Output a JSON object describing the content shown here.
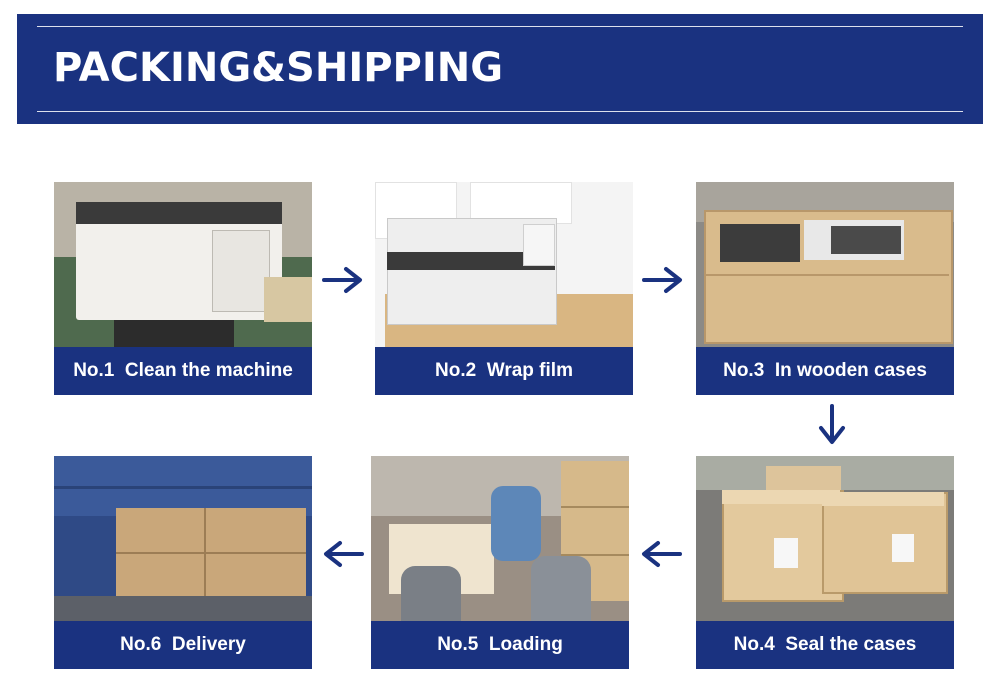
{
  "banner": {
    "title": "PACKING&SHIPPING"
  },
  "steps": [
    {
      "caption": "No.1  Clean the machine"
    },
    {
      "caption": "No.2  Wrap film"
    },
    {
      "caption": "No.3  In wooden cases"
    },
    {
      "caption": "No.4  Seal the cases"
    },
    {
      "caption": "No.5  Loading"
    },
    {
      "caption": "No.6  Delivery"
    }
  ],
  "colors": {
    "accent": "#1a3280",
    "arrow": "#1a3280",
    "background": "#ffffff"
  },
  "icons": [
    "arrow-right-icon",
    "arrow-down-icon",
    "arrow-left-icon"
  ]
}
